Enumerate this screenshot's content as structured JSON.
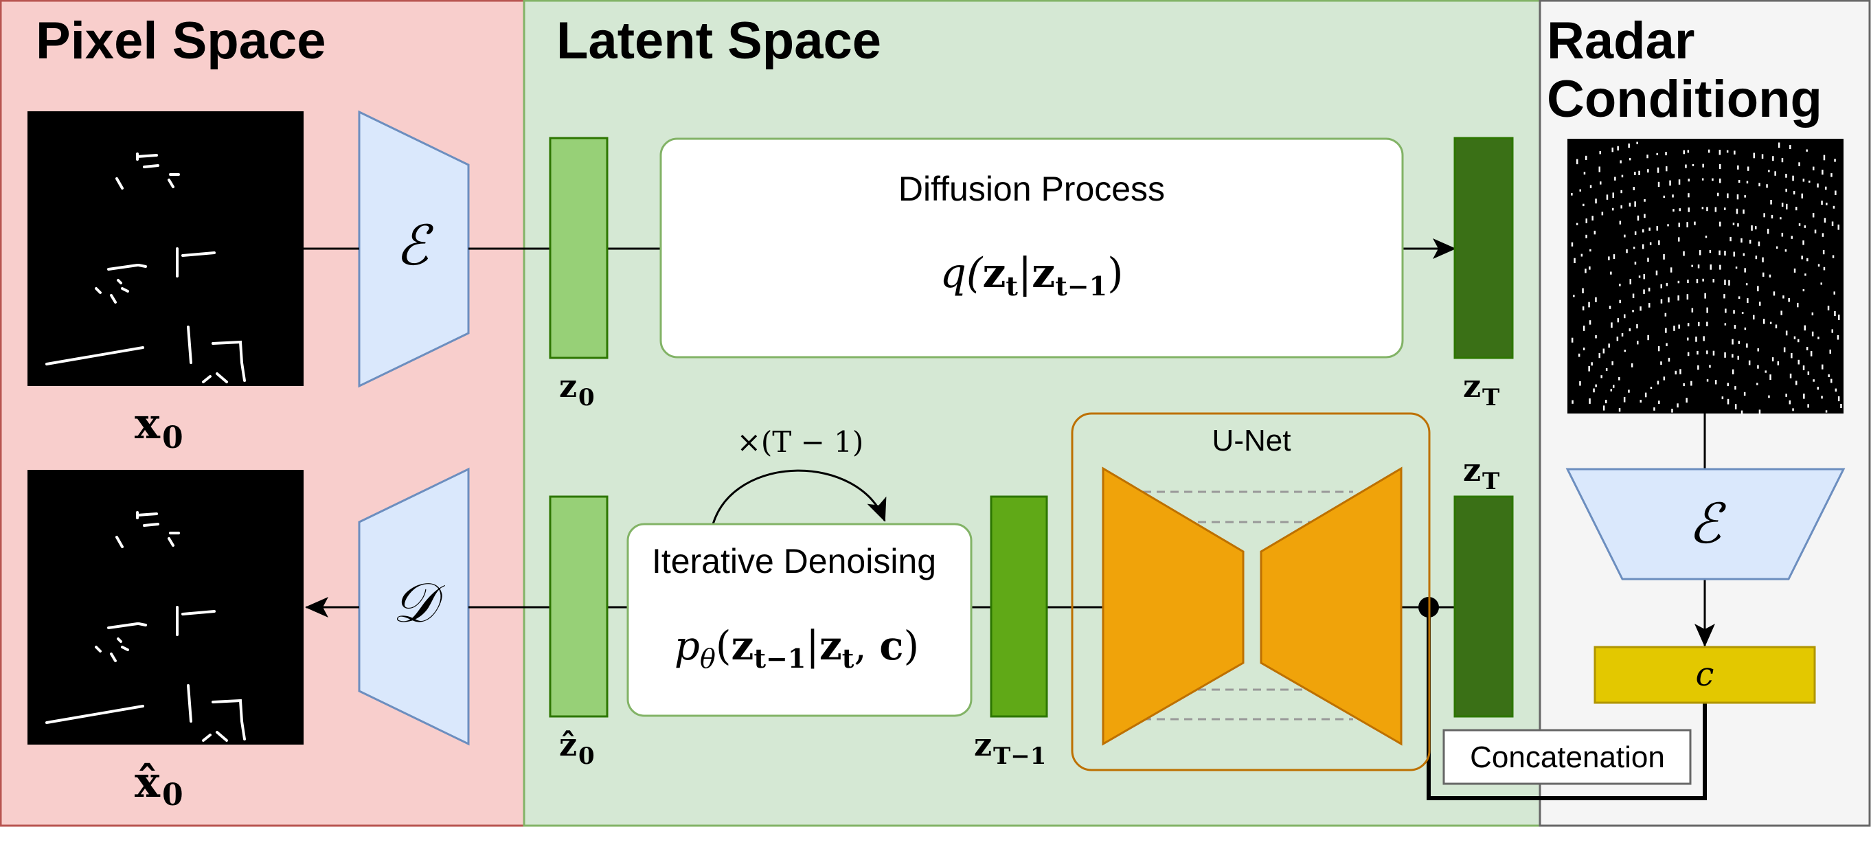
{
  "sections": {
    "pixel": "Pixel Space",
    "latent": "Latent Space",
    "radar_line1": "Radar",
    "radar_line2": "Conditiong"
  },
  "blocks": {
    "encoder_symbol": "ℰ",
    "decoder_symbol": "𝒟",
    "radar_encoder_symbol": "ℰ",
    "condition_symbol": "c"
  },
  "diffusion": {
    "title": "Diffusion Process",
    "formula_q": "q(",
    "formula_zt": "z",
    "formula_zt_sub": "t",
    "formula_bar": "|",
    "formula_zt1": "z",
    "formula_zt1_sub": "t−1",
    "formula_close": ")"
  },
  "denoising": {
    "title": "Iterative Denoising",
    "formula_p": "p",
    "formula_theta": "θ",
    "formula_open": "(",
    "formula_zt1": "z",
    "formula_zt1_sub": "t−1",
    "formula_bar": "|",
    "formula_zt": "z",
    "formula_zt_sub": "t",
    "formula_comma": ", ",
    "formula_c": "c",
    "formula_close": ")",
    "loop_label": "×(T − 1)"
  },
  "unet": {
    "title": "U-Net"
  },
  "concat_label": "Concatenation",
  "latent_labels": {
    "z0": "z",
    "z0_sub": "0",
    "zT_top": "z",
    "zT_top_sub": "T",
    "zT_bottom": "z",
    "zT_bottom_sub": "T",
    "z0_hat": "ẑ",
    "z0_hat_sub": "0",
    "zT1": "z",
    "zT1_sub": "T−1"
  },
  "image_labels": {
    "x0": "x",
    "x0_sub": "0",
    "x0_hat": "x̂",
    "x0_hat_sub": "0"
  },
  "colors": {
    "pixel_bg": "#f8cecc",
    "pixel_border": "#b85450",
    "latent_bg": "#d5e8d4",
    "latent_border": "#82b366",
    "radar_bg": "#f5f5f5",
    "radar_border": "#666666",
    "encoder_fill": "#dae8fc",
    "encoder_border": "#6c8ebf",
    "latent_light": "#97d077",
    "latent_mid": "#60a917",
    "latent_dark": "#3a7016",
    "unet_fill": "#f0a30a",
    "unet_border": "#bd7000",
    "cond_fill": "#e3c800",
    "cond_border": "#b09500"
  }
}
